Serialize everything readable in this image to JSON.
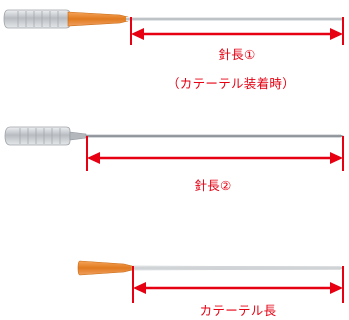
{
  "labels": {
    "needle_length_1": "針長①",
    "with_catheter_note": "（カテーテル装着時）",
    "needle_length_2": "針長②",
    "catheter_length": "カテーテル長"
  },
  "colors": {
    "dimension_line": "#e60012",
    "hub_clear": "#c9ccd0",
    "catheter_hub": "#e07a1f",
    "needle_steel": "#8f959c",
    "catheter_tube": "#d9dcdf"
  },
  "items": [
    {
      "name": "needle-with-catheter",
      "label": "needle_length_1"
    },
    {
      "name": "needle-only",
      "label": "needle_length_2"
    },
    {
      "name": "catheter-only",
      "label": "catheter_length"
    }
  ]
}
